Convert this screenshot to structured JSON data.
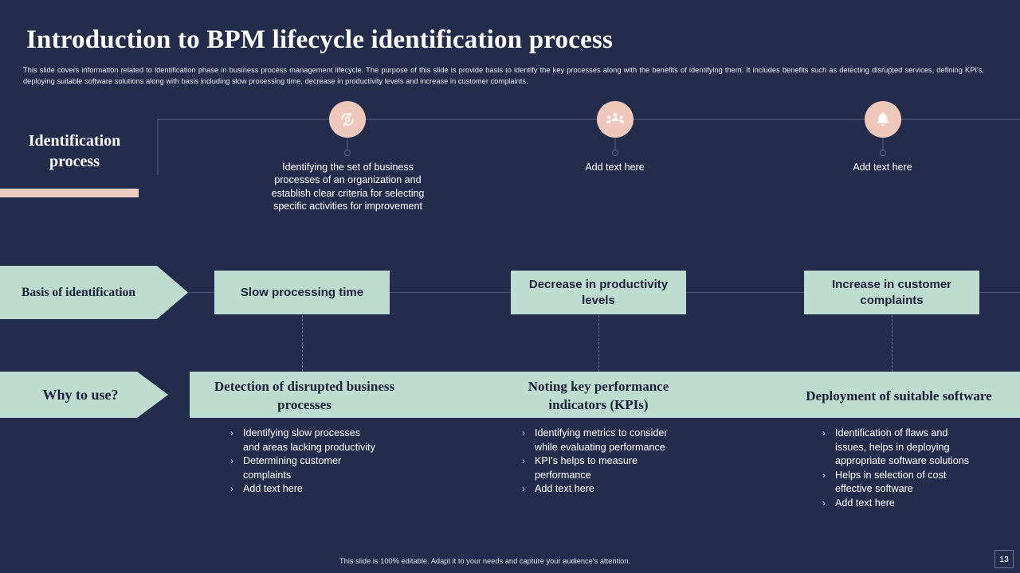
{
  "slide": {
    "title": "Introduction to BPM lifecycle identification process",
    "subtitle": "This slide covers information related to identification phase in business process management lifecycle. The purpose of this slide is provide basis to identify the key processes along with the benefits of identifying them. It includes benefits such as detecting disrupted services, defining KPI's, deploying suitable software solutions along with basis including slow processing time, decrease in productivity levels and increase in customer complaints.",
    "background_color": "#232c4a",
    "accent_pink": "#f0c7bb",
    "accent_mint": "#bfdcd1"
  },
  "identification": {
    "label": "Identification process",
    "nodes": [
      {
        "icon": "gear-cycle-icon",
        "text": "Identifying the set of business processes of an organization and establish clear criteria for selecting specific activities for improvement"
      },
      {
        "icon": "people-group-icon",
        "text": "Add text here"
      },
      {
        "icon": "bell-alert-icon",
        "text": "Add text here"
      }
    ]
  },
  "basis": {
    "label": "Basis of identification",
    "items": [
      {
        "label": "Slow processing time"
      },
      {
        "label": "Decrease in productivity levels"
      },
      {
        "label": "Increase in customer complaints"
      }
    ]
  },
  "why": {
    "label": "Why to use?",
    "columns": [
      {
        "heading": "Detection of disrupted business processes",
        "bullets": [
          "Identifying slow processes and areas lacking productivity",
          "Determining customer complaints",
          "Add text here"
        ]
      },
      {
        "heading": "Noting key performance indicators (KPIs)",
        "bullets": [
          "Identifying metrics to consider while evaluating performance",
          "KPI's helps to measure performance",
          "Add text here"
        ]
      },
      {
        "heading": "Deployment of suitable software",
        "bullets": [
          "Identification of flaws and issues, helps in deploying appropriate software solutions",
          "Helps in selection of cost effective software",
          "Add text here"
        ]
      }
    ],
    "bullet_marker": "›"
  },
  "footer": {
    "note": "This slide is 100% editable. Adapt it to your needs and capture your audience's attention.",
    "page_number": "13"
  }
}
